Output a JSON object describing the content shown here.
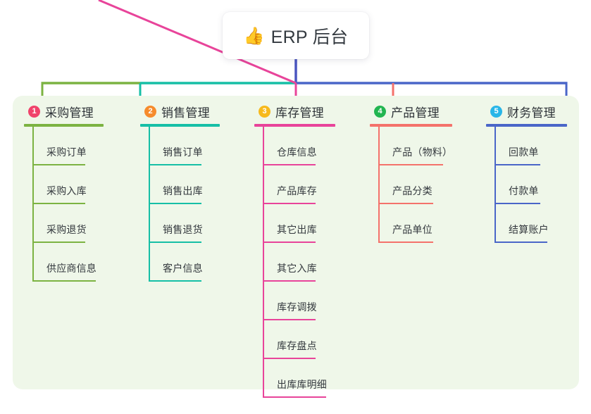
{
  "title": {
    "icon": "thumbs-up-icon",
    "emoji": "👍",
    "text": "ERP 后台"
  },
  "panel": {
    "background": "#eff7e9"
  },
  "colors": {
    "col1_accent": "#7cb342",
    "col2_accent": "#16bfa6",
    "col3_accent": "#e8449a",
    "col4_accent": "#f4726b",
    "col5_accent": "#4a66c8",
    "trunk": "#4a55c0",
    "badge1": "#f0436b",
    "badge2": "#f68b2c",
    "badge3": "#f7b91c",
    "badge4": "#22b551",
    "badge5": "#29b6e8"
  },
  "columns": [
    {
      "number": "1",
      "title": "采购管理",
      "accent": "#7cb342",
      "badge_color": "#f0436b",
      "items": [
        {
          "label": "采购订单"
        },
        {
          "label": "采购入库"
        },
        {
          "label": "采购退货"
        },
        {
          "label": "供应商信息"
        }
      ]
    },
    {
      "number": "2",
      "title": "销售管理",
      "accent": "#16bfa6",
      "badge_color": "#f68b2c",
      "items": [
        {
          "label": "销售订单"
        },
        {
          "label": "销售出库"
        },
        {
          "label": "销售退货"
        },
        {
          "label": "客户信息"
        }
      ]
    },
    {
      "number": "3",
      "title": "库存管理",
      "accent": "#e8449a",
      "badge_color": "#f7b91c",
      "items": [
        {
          "label": "仓库信息"
        },
        {
          "label": "产品库存"
        },
        {
          "label": "其它出库"
        },
        {
          "label": "其它入库"
        },
        {
          "label": "库存调拨"
        },
        {
          "label": "库存盘点"
        },
        {
          "label": "出库库明细"
        }
      ]
    },
    {
      "number": "4",
      "title": "产品管理",
      "accent": "#f4726b",
      "badge_color": "#22b551",
      "items": [
        {
          "label": "产品（物料）"
        },
        {
          "label": "产品分类"
        },
        {
          "label": "产品单位"
        }
      ]
    },
    {
      "number": "5",
      "title": "财务管理",
      "accent": "#4a66c8",
      "badge_color": "#29b6e8",
      "items": [
        {
          "label": "回款单"
        },
        {
          "label": "付款单"
        },
        {
          "label": "结算账户"
        }
      ]
    }
  ]
}
